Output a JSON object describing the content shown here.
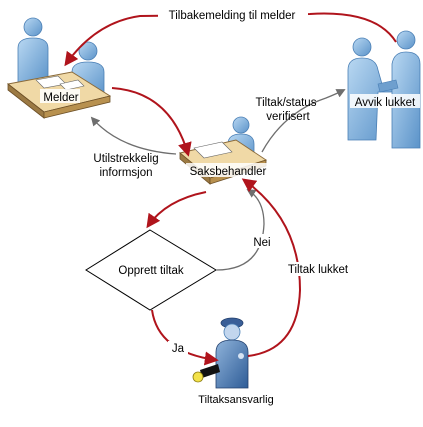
{
  "diagram": {
    "edge_labels": {
      "feedback": "Tilbakemelding til melder",
      "verified_line1": "Tiltak/status",
      "verified_line2": "verifisert",
      "insufficient_line1": "Utilstrekkelig",
      "insufficient_line2": "informsjon",
      "no": "Nei",
      "yes": "Ja",
      "closed": "Tiltak lukket"
    },
    "nodes": {
      "reporter": "Melder",
      "case_handler": "Saksbehandler",
      "decision": "Opprett tiltak",
      "responsible": "Tiltaksansvarlig",
      "closed": "Avvik lukket"
    },
    "colors": {
      "arrow_red": "#b0141c",
      "arrow_gray": "#7a7a7a",
      "person_blue": "#7fb0dd",
      "desk_tan": "#f0d9a6"
    }
  }
}
